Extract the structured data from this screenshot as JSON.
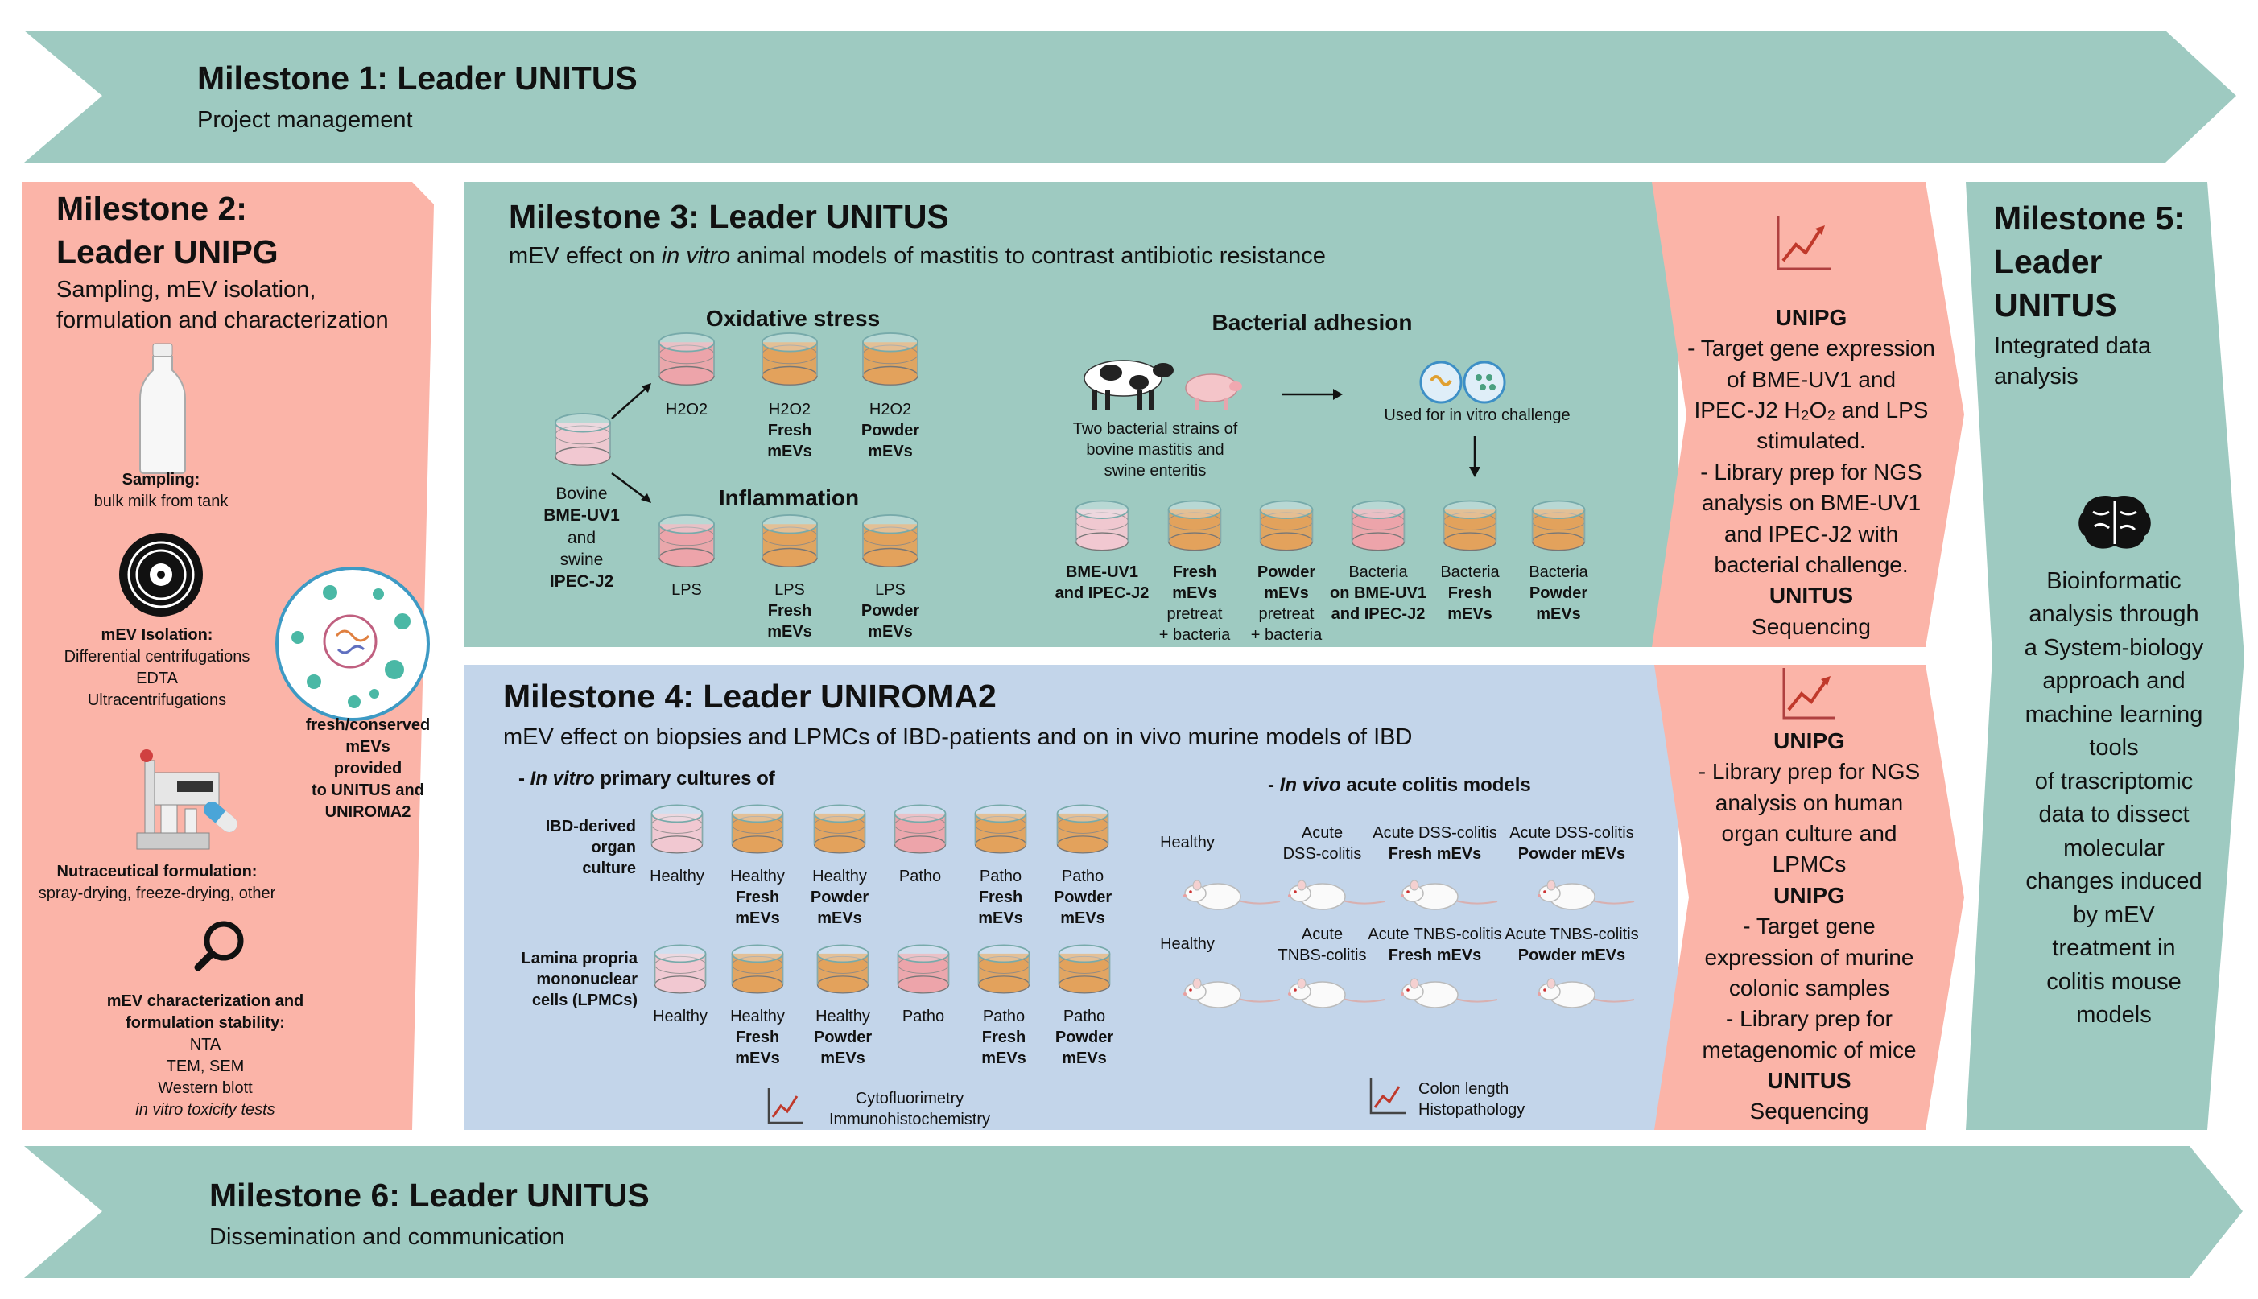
{
  "colors": {
    "teal": "#9ecac1",
    "salmon": "#fbb4a8",
    "blue": "#c3d5ea",
    "dish_orange": "#e3a25c",
    "dish_pink": "#eda4aa",
    "dish_light": "#f1c8d1",
    "chart_red": "#c0392b"
  },
  "m1": {
    "title": "Milestone 1: Leader UNITUS",
    "subtitle": "Project management"
  },
  "m2": {
    "title1": "Milestone 2:",
    "title2": "Leader UNIPG",
    "sub1": "Sampling, mEV isolation,",
    "sub2": "formulation and characterization",
    "sampling_title": "Sampling:",
    "sampling_text": "bulk milk from tank",
    "iso_title": "mEV Isolation:",
    "iso_1": "Differential centrifugations",
    "iso_2": "EDTA",
    "iso_3": "Ultracentrifugations",
    "provided_1": "fresh/conserved",
    "provided_2": "mEVs",
    "provided_3": "provided",
    "provided_4": "to UNITUS and",
    "provided_5": "UNIROMA2",
    "form_title": "Nutraceutical formulation:",
    "form_text": "spray-drying, freeze-drying, other",
    "char_title_1": "mEV characterization and",
    "char_title_2": "formulation stability:",
    "char_1": "NTA",
    "char_2": "TEM, SEM",
    "char_3": "Western blott",
    "char_4": "in vitro toxicity tests",
    "icons": [
      "milk-bottle-icon",
      "centrifuge-record-icon",
      "vesicle-cell-icon",
      "lab-equipment-icon",
      "capsule-icon",
      "magnifier-icon"
    ]
  },
  "m3": {
    "title": "Milestone 3: Leader UNITUS",
    "sub_pre": "mEV effect on ",
    "sub_em": "in vitro",
    "sub_post": " animal models of mastitis to contrast antibiotic resistance",
    "oxidative": "Oxidative stress",
    "inflammation": "Inflammation",
    "adhesion": "Bacterial adhesion",
    "source_1": "Bovine",
    "source_2": "BME-UV1",
    "source_3": "and",
    "source_4": "swine",
    "source_5": "IPEC-J2",
    "ox_dishes": [
      {
        "l1": "H2O2",
        "l2": "",
        "l3": ""
      },
      {
        "l1": "H2O2",
        "l2": "Fresh",
        "l3": "mEVs"
      },
      {
        "l1": "H2O2",
        "l2": "Powder",
        "l3": "mEVs"
      }
    ],
    "inf_dishes": [
      {
        "l1": "LPS",
        "l2": "",
        "l3": ""
      },
      {
        "l1": "LPS",
        "l2": "Fresh",
        "l3": "mEVs"
      },
      {
        "l1": "LPS",
        "l2": "Powder",
        "l3": "mEVs"
      }
    ],
    "strains_1": "Two bacterial strains of",
    "strains_2": "bovine mastitis and",
    "strains_3": "swine enteritis",
    "challenge": "Used for in vitro challenge",
    "adh_dishes": [
      {
        "l1": "BME-UV1",
        "l2": "and IPEC-J2",
        "l3": ""
      },
      {
        "l1": "Fresh",
        "l2": "mEVs",
        "l3": "pretreat",
        "l4": "+ bacteria"
      },
      {
        "l1": "Powder",
        "l2": "mEVs",
        "l3": "pretreat",
        "l4": "+ bacteria"
      },
      {
        "l1": "Bacteria",
        "l2": "on BME-UV1",
        "l3": "and IPEC-J2"
      },
      {
        "l1": "Bacteria",
        "l2": "Fresh",
        "l3": "mEVs"
      },
      {
        "l1": "Bacteria",
        "l2": "Powder",
        "l3": "mEVs"
      }
    ],
    "right_lines": [
      "UNIPG",
      "- Target gene expression",
      "of BME-UV1 and",
      "IPEC-J2 H₂O₂ and LPS",
      "stimulated.",
      "- Library prep for NGS",
      "analysis on BME-UV1",
      "and IPEC-J2 with",
      "bacterial challenge.",
      "UNITUS",
      "Sequencing"
    ]
  },
  "m4": {
    "title": "Milestone 4: Leader UNIROMA2",
    "subtitle": "mEV effect on biopsies and LPMCs of IBD-patients and on in vivo murine models of IBD",
    "invitro_pre": "- ",
    "invitro_em": "In vitro",
    "invitro_post": " primary cultures of",
    "invivo_pre": "- ",
    "invivo_em": "In vivo",
    "invivo_post": " acute colitis models",
    "row1_1": "IBD-derived",
    "row1_2": "organ",
    "row1_3": "culture",
    "row2_1": "Lamina propria",
    "row2_2": "mononuclear",
    "row2_3": "cells (LPMCs)",
    "dish_labels": [
      {
        "l1": "Healthy",
        "l2": "",
        "l3": ""
      },
      {
        "l1": "Healthy",
        "l2": "Fresh",
        "l3": "mEVs"
      },
      {
        "l1": "Healthy",
        "l2": "Powder",
        "l3": "mEVs"
      },
      {
        "l1": "Patho",
        "l2": "",
        "l3": ""
      },
      {
        "l1": "Patho",
        "l2": "Fresh",
        "l3": "mEVs"
      },
      {
        "l1": "Patho",
        "l2": "Powder",
        "l3": "mEVs"
      }
    ],
    "cyto_1": "Cytofluorimetry",
    "cyto_2": "Immunohistochemistry",
    "mice_row1": [
      {
        "l1": "Healthy",
        "l2": ""
      },
      {
        "l1": "Acute",
        "l2": "DSS-colitis"
      },
      {
        "l1": "Acute DSS-colitis",
        "l2": "Fresh mEVs"
      },
      {
        "l1": "Acute DSS-colitis",
        "l2": "Powder  mEVs"
      }
    ],
    "mice_row2": [
      {
        "l1": "Healthy",
        "l2": ""
      },
      {
        "l1": "Acute",
        "l2": "TNBS-colitis"
      },
      {
        "l1": "Acute TNBS-colitis",
        "l2": "Fresh mEVs"
      },
      {
        "l1": "Acute TNBS-colitis",
        "l2": "Powder mEVs"
      }
    ],
    "colon_1": "Colon length",
    "colon_2": "Histopathology",
    "right_lines": [
      "UNIPG",
      "- Library prep for NGS",
      "analysis on human",
      "organ culture and",
      "LPMCs",
      "UNIPG",
      "- Target gene",
      "expression of murine",
      "colonic samples",
      "- Library prep for",
      "metagenomic of mice",
      "UNITUS",
      "Sequencing"
    ]
  },
  "m5": {
    "title1": "Milestone 5:",
    "title2": "Leader",
    "title3": "UNITUS",
    "sub1": "Integrated data",
    "sub2": "analysis",
    "lines": [
      "Bioinformatic",
      "analysis through",
      "a System-biology",
      "approach and",
      "machine learning",
      "tools",
      "of trascriptomic",
      "data to dissect",
      "molecular",
      "changes induced",
      "by mEV",
      "treatment in",
      "colitis mouse",
      "models"
    ]
  },
  "m6": {
    "title": "Milestone 6: Leader UNITUS",
    "subtitle": "Dissemination and communication"
  }
}
